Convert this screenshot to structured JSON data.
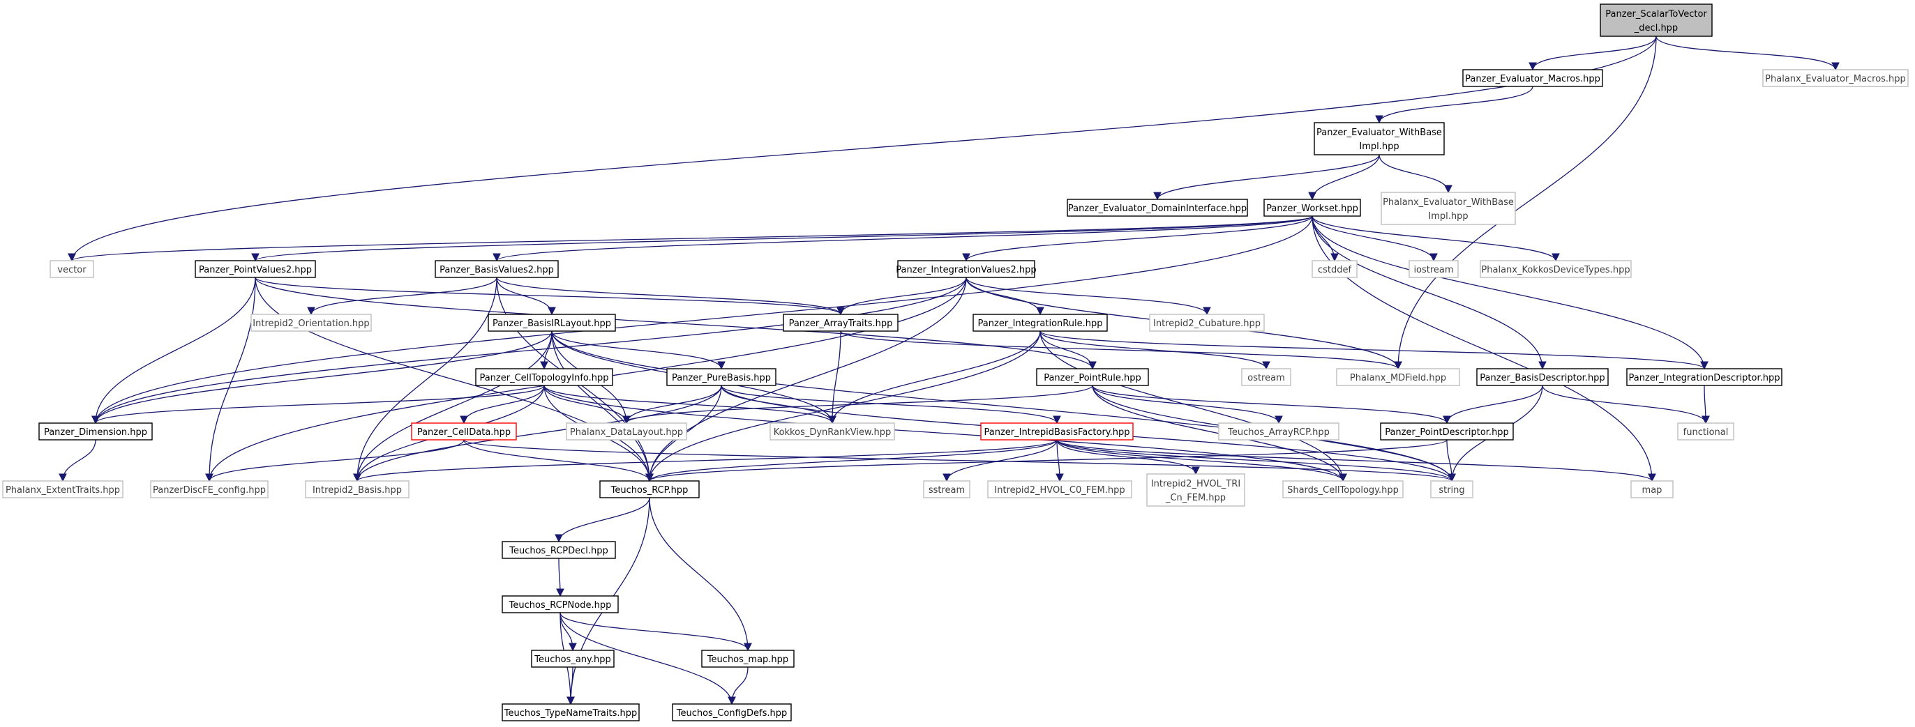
{
  "graph": {
    "nodes": {
      "root": {
        "lines": [
          "Panzer_ScalarToVector",
          "_decl.hpp"
        ],
        "style": "root"
      },
      "evalMacros": {
        "lines": [
          "Panzer_Evaluator_Macros.hpp"
        ],
        "style": "normal"
      },
      "phxEvalMacros": {
        "lines": [
          "Phalanx_Evaluator_Macros.hpp"
        ],
        "style": "external"
      },
      "evalWithBase": {
        "lines": [
          "Panzer_Evaluator_WithBase",
          "Impl.hpp"
        ],
        "style": "normal"
      },
      "evalDomain": {
        "lines": [
          "Panzer_Evaluator_DomainInterface.hpp"
        ],
        "style": "normal"
      },
      "phxEvalWithBase": {
        "lines": [
          "Phalanx_Evaluator_WithBase",
          "Impl.hpp"
        ],
        "style": "external"
      },
      "workset": {
        "lines": [
          "Panzer_Workset.hpp"
        ],
        "style": "normal"
      },
      "vector": {
        "lines": [
          "vector"
        ],
        "style": "external"
      },
      "pointValues2": {
        "lines": [
          "Panzer_PointValues2.hpp"
        ],
        "style": "normal"
      },
      "basisValues2": {
        "lines": [
          "Panzer_BasisValues2.hpp"
        ],
        "style": "normal"
      },
      "integrationValues2": {
        "lines": [
          "Panzer_IntegrationValues2.hpp"
        ],
        "style": "normal"
      },
      "cstddef": {
        "lines": [
          "cstddef"
        ],
        "style": "external"
      },
      "iostream": {
        "lines": [
          "iostream"
        ],
        "style": "external"
      },
      "phxKokkosDevice": {
        "lines": [
          "Phalanx_KokkosDeviceTypes.hpp"
        ],
        "style": "external"
      },
      "intrepidOrientation": {
        "lines": [
          "Intrepid2_Orientation.hpp"
        ],
        "style": "external"
      },
      "basisIRLayout": {
        "lines": [
          "Panzer_BasisIRLayout.hpp"
        ],
        "style": "normal"
      },
      "arrayTraits": {
        "lines": [
          "Panzer_ArrayTraits.hpp"
        ],
        "style": "normal"
      },
      "integrationRule": {
        "lines": [
          "Panzer_IntegrationRule.hpp"
        ],
        "style": "normal"
      },
      "intrepidCubature": {
        "lines": [
          "Intrepid2_Cubature.hpp"
        ],
        "style": "external"
      },
      "cellTopologyInfo": {
        "lines": [
          "Panzer_CellTopologyInfo.hpp"
        ],
        "style": "normal"
      },
      "pureBasis": {
        "lines": [
          "Panzer_PureBasis.hpp"
        ],
        "style": "normal"
      },
      "pointRule": {
        "lines": [
          "Panzer_PointRule.hpp"
        ],
        "style": "normal"
      },
      "ostream": {
        "lines": [
          "ostream"
        ],
        "style": "external"
      },
      "phxMDField": {
        "lines": [
          "Phalanx_MDField.hpp"
        ],
        "style": "external"
      },
      "basisDescriptor": {
        "lines": [
          "Panzer_BasisDescriptor.hpp"
        ],
        "style": "normal"
      },
      "integrationDescriptor": {
        "lines": [
          "Panzer_IntegrationDescriptor.hpp"
        ],
        "style": "normal"
      },
      "dimension": {
        "lines": [
          "Panzer_Dimension.hpp"
        ],
        "style": "normal"
      },
      "cellData": {
        "lines": [
          "Panzer_CellData.hpp"
        ],
        "style": "red"
      },
      "phxDataLayout": {
        "lines": [
          "Phalanx_DataLayout.hpp"
        ],
        "style": "external"
      },
      "kokkosDynRank": {
        "lines": [
          "Kokkos_DynRankView.hpp"
        ],
        "style": "external"
      },
      "intrepidBasisFactory": {
        "lines": [
          "Panzer_IntrepidBasisFactory.hpp"
        ],
        "style": "red"
      },
      "teuchosArrayRCP": {
        "lines": [
          "Teuchos_ArrayRCP.hpp"
        ],
        "style": "external"
      },
      "pointDescriptor": {
        "lines": [
          "Panzer_PointDescriptor.hpp"
        ],
        "style": "normal"
      },
      "functional": {
        "lines": [
          "functional"
        ],
        "style": "external"
      },
      "phxExtentTraits": {
        "lines": [
          "Phalanx_ExtentTraits.hpp"
        ],
        "style": "external"
      },
      "panzerDiscFE": {
        "lines": [
          "PanzerDiscFE_config.hpp"
        ],
        "style": "external"
      },
      "intrepidBasis": {
        "lines": [
          "Intrepid2_Basis.hpp"
        ],
        "style": "external"
      },
      "teuchosRCP": {
        "lines": [
          "Teuchos_RCP.hpp"
        ],
        "style": "normal"
      },
      "sstream": {
        "lines": [
          "sstream"
        ],
        "style": "external"
      },
      "intrepidHVOLC0": {
        "lines": [
          "Intrepid2_HVOL_C0_FEM.hpp"
        ],
        "style": "external"
      },
      "intrepidHVOLTRI": {
        "lines": [
          "Intrepid2_HVOL_TRI",
          "_Cn_FEM.hpp"
        ],
        "style": "external"
      },
      "shardsCellTopology": {
        "lines": [
          "Shards_CellTopology.hpp"
        ],
        "style": "external"
      },
      "string": {
        "lines": [
          "string"
        ],
        "style": "external"
      },
      "map": {
        "lines": [
          "map"
        ],
        "style": "external"
      },
      "teuchosRCPDecl": {
        "lines": [
          "Teuchos_RCPDecl.hpp"
        ],
        "style": "normal"
      },
      "teuchosRCPNode": {
        "lines": [
          "Teuchos_RCPNode.hpp"
        ],
        "style": "normal"
      },
      "teuchosAny": {
        "lines": [
          "Teuchos_any.hpp"
        ],
        "style": "normal"
      },
      "teuchosMap": {
        "lines": [
          "Teuchos_map.hpp"
        ],
        "style": "normal"
      },
      "teuchosTypeName": {
        "lines": [
          "Teuchos_TypeNameTraits.hpp"
        ],
        "style": "normal"
      },
      "teuchosConfigDefs": {
        "lines": [
          "Teuchos_ConfigDefs.hpp"
        ],
        "style": "normal"
      }
    },
    "edges": [
      [
        "root",
        "evalMacros"
      ],
      [
        "root",
        "phxEvalMacros"
      ],
      [
        "root",
        "vector"
      ],
      [
        "root",
        "phxMDField"
      ],
      [
        "evalMacros",
        "evalWithBase"
      ],
      [
        "evalWithBase",
        "evalDomain"
      ],
      [
        "evalWithBase",
        "phxEvalWithBase"
      ],
      [
        "evalWithBase",
        "workset"
      ],
      [
        "workset",
        "vector"
      ],
      [
        "workset",
        "pointValues2"
      ],
      [
        "workset",
        "basisValues2"
      ],
      [
        "workset",
        "integrationValues2"
      ],
      [
        "workset",
        "cstddef"
      ],
      [
        "workset",
        "iostream"
      ],
      [
        "workset",
        "phxKokkosDevice"
      ],
      [
        "workset",
        "dimension"
      ],
      [
        "workset",
        "basisDescriptor"
      ],
      [
        "workset",
        "integrationDescriptor"
      ],
      [
        "workset",
        "map"
      ],
      [
        "pointValues2",
        "pointRule"
      ],
      [
        "pointValues2",
        "arrayTraits"
      ],
      [
        "pointValues2",
        "dimension"
      ],
      [
        "pointValues2",
        "panzerDiscFE"
      ],
      [
        "pointValues2",
        "teuchosRCP"
      ],
      [
        "basisValues2",
        "basisIRLayout"
      ],
      [
        "basisValues2",
        "arrayTraits"
      ],
      [
        "basisValues2",
        "intrepidOrientation"
      ],
      [
        "basisValues2",
        "intrepidBasis"
      ],
      [
        "basisValues2",
        "teuchosRCP"
      ],
      [
        "integrationValues2",
        "integrationRule"
      ],
      [
        "integrationValues2",
        "arrayTraits"
      ],
      [
        "integrationValues2",
        "intrepidCubature"
      ],
      [
        "integrationValues2",
        "dimension"
      ],
      [
        "integrationValues2",
        "panzerDiscFE"
      ],
      [
        "integrationValues2",
        "teuchosRCP"
      ],
      [
        "integrationValues2",
        "phxMDField"
      ],
      [
        "basisIRLayout",
        "cellTopologyInfo"
      ],
      [
        "basisIRLayout",
        "pureBasis"
      ],
      [
        "basisIRLayout",
        "dimension"
      ],
      [
        "basisIRLayout",
        "phxDataLayout"
      ],
      [
        "basisIRLayout",
        "kokkosDynRank"
      ],
      [
        "basisIRLayout",
        "intrepidBasis"
      ],
      [
        "basisIRLayout",
        "teuchosRCP"
      ],
      [
        "basisIRLayout",
        "string"
      ],
      [
        "arrayTraits",
        "kokkosDynRank"
      ],
      [
        "arrayTraits",
        "phxMDField"
      ],
      [
        "integrationRule",
        "pointRule"
      ],
      [
        "integrationRule",
        "ostream"
      ],
      [
        "integrationRule",
        "kokkosDynRank"
      ],
      [
        "integrationRule",
        "teuchosRCP"
      ],
      [
        "integrationRule",
        "integrationDescriptor"
      ],
      [
        "integrationRule",
        "shardsCellTopology"
      ],
      [
        "cellTopologyInfo",
        "dimension"
      ],
      [
        "cellTopologyInfo",
        "cellData"
      ],
      [
        "cellTopologyInfo",
        "phxDataLayout"
      ],
      [
        "cellTopologyInfo",
        "kokkosDynRank"
      ],
      [
        "cellTopologyInfo",
        "teuchosRCP"
      ],
      [
        "cellTopologyInfo",
        "intrepidBasis"
      ],
      [
        "cellTopologyInfo",
        "shardsCellTopology"
      ],
      [
        "pureBasis",
        "phxDataLayout"
      ],
      [
        "pureBasis",
        "kokkosDynRank"
      ],
      [
        "pureBasis",
        "intrepidBasisFactory"
      ],
      [
        "pureBasis",
        "teuchosRCP"
      ],
      [
        "pureBasis",
        "intrepidBasis"
      ],
      [
        "pureBasis",
        "string"
      ],
      [
        "pointRule",
        "phxDataLayout"
      ],
      [
        "pointRule",
        "teuchosArrayRCP"
      ],
      [
        "pointRule",
        "pointDescriptor"
      ],
      [
        "pointRule",
        "shardsCellTopology"
      ],
      [
        "pointRule",
        "string"
      ],
      [
        "basisDescriptor",
        "pointDescriptor"
      ],
      [
        "basisDescriptor",
        "functional"
      ],
      [
        "basisDescriptor",
        "string"
      ],
      [
        "integrationDescriptor",
        "functional"
      ],
      [
        "dimension",
        "phxExtentTraits"
      ],
      [
        "cellData",
        "panzerDiscFE"
      ],
      [
        "cellData",
        "teuchosRCP"
      ],
      [
        "cellData",
        "string"
      ],
      [
        "intrepidBasisFactory",
        "teuchosRCP"
      ],
      [
        "intrepidBasisFactory",
        "sstream"
      ],
      [
        "intrepidBasisFactory",
        "intrepidHVOLC0"
      ],
      [
        "intrepidBasisFactory",
        "intrepidHVOLTRI"
      ],
      [
        "intrepidBasisFactory",
        "shardsCellTopology"
      ],
      [
        "intrepidBasisFactory",
        "map"
      ],
      [
        "intrepidBasisFactory",
        "string"
      ],
      [
        "intrepidBasisFactory",
        "intrepidBasis"
      ],
      [
        "pointDescriptor",
        "string"
      ],
      [
        "pointDescriptor",
        "teuchosRCP"
      ],
      [
        "teuchosRCP",
        "teuchosRCPDecl"
      ],
      [
        "teuchosRCP",
        "teuchosMap"
      ],
      [
        "teuchosRCP",
        "teuchosTypeName"
      ],
      [
        "teuchosRCPDecl",
        "teuchosRCPNode"
      ],
      [
        "teuchosRCPNode",
        "teuchosAny"
      ],
      [
        "teuchosRCPNode",
        "teuchosMap"
      ],
      [
        "teuchosRCPNode",
        "teuchosTypeName"
      ],
      [
        "teuchosRCPNode",
        "teuchosConfigDefs"
      ],
      [
        "teuchosAny",
        "teuchosTypeName"
      ],
      [
        "teuchosMap",
        "teuchosConfigDefs"
      ]
    ]
  },
  "colors": {
    "edge": "#191970",
    "border_normal": "#000000",
    "border_external": "#bfbfbf",
    "border_red": "#ff0000",
    "fill_root": "#bfbfbf",
    "fill_node": "#ffffff",
    "text_normal": "#000000",
    "text_external": "#404040"
  }
}
